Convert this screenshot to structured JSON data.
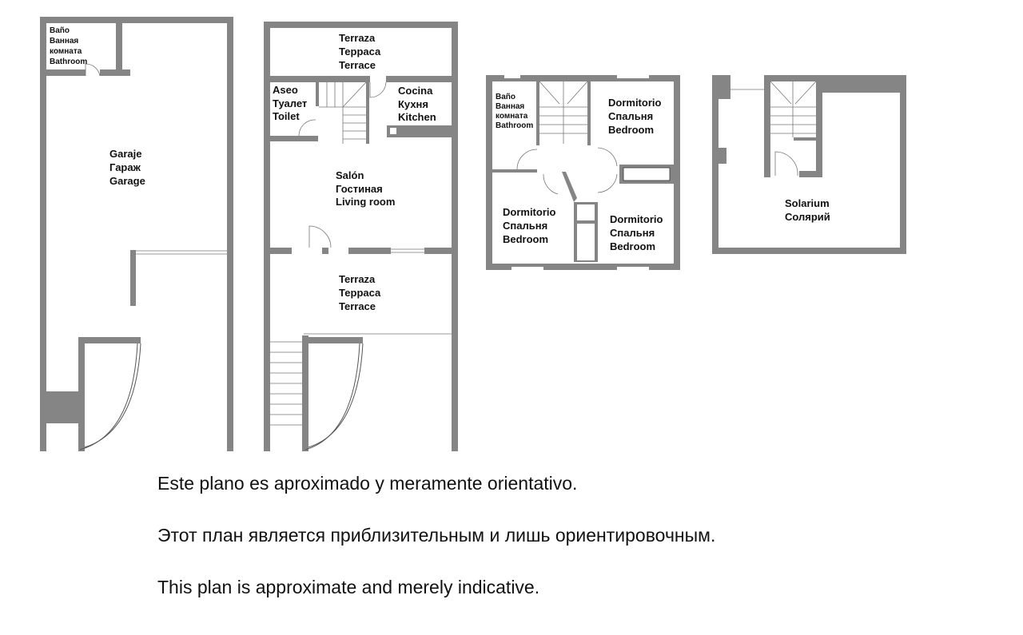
{
  "plans": {
    "ground": {
      "bathroom": [
        "Baño",
        "Ванная",
        "комната",
        "Bathroom"
      ],
      "garage": [
        "Garaje",
        "Гараж",
        "Garage"
      ]
    },
    "first": {
      "terrace_top": [
        "Terraza",
        "Терраса",
        "Terrace"
      ],
      "toilet": [
        "Aseo",
        "Туалет",
        "Toilet"
      ],
      "kitchen": [
        "Cocina",
        "Кухня",
        "Kitchen"
      ],
      "living": [
        "Salón",
        "Гостиная",
        "Living room"
      ],
      "terrace_bottom": [
        "Terraza",
        "Терраса",
        "Terrace"
      ]
    },
    "second": {
      "bathroom": [
        "Baño",
        "Ванная",
        "комната",
        "Bathroom"
      ],
      "bedroom_top": [
        "Dormitorio",
        "Спальня",
        "Bedroom"
      ],
      "bedroom_left": [
        "Dormitorio",
        "Спальня",
        "Bedroom"
      ],
      "bedroom_right": [
        "Dormitorio",
        "Спальня",
        "Bedroom"
      ]
    },
    "roof": {
      "solarium": [
        "Solarium",
        "Солярий"
      ]
    }
  },
  "disclaimer": {
    "es": "Este plano es aproximado y meramente orientativo.",
    "ru": "Этот план является приблизительным и лишь ориентировочным.",
    "en": "This plan is approximate and merely indicative."
  },
  "colors": {
    "wall": "#858585"
  }
}
